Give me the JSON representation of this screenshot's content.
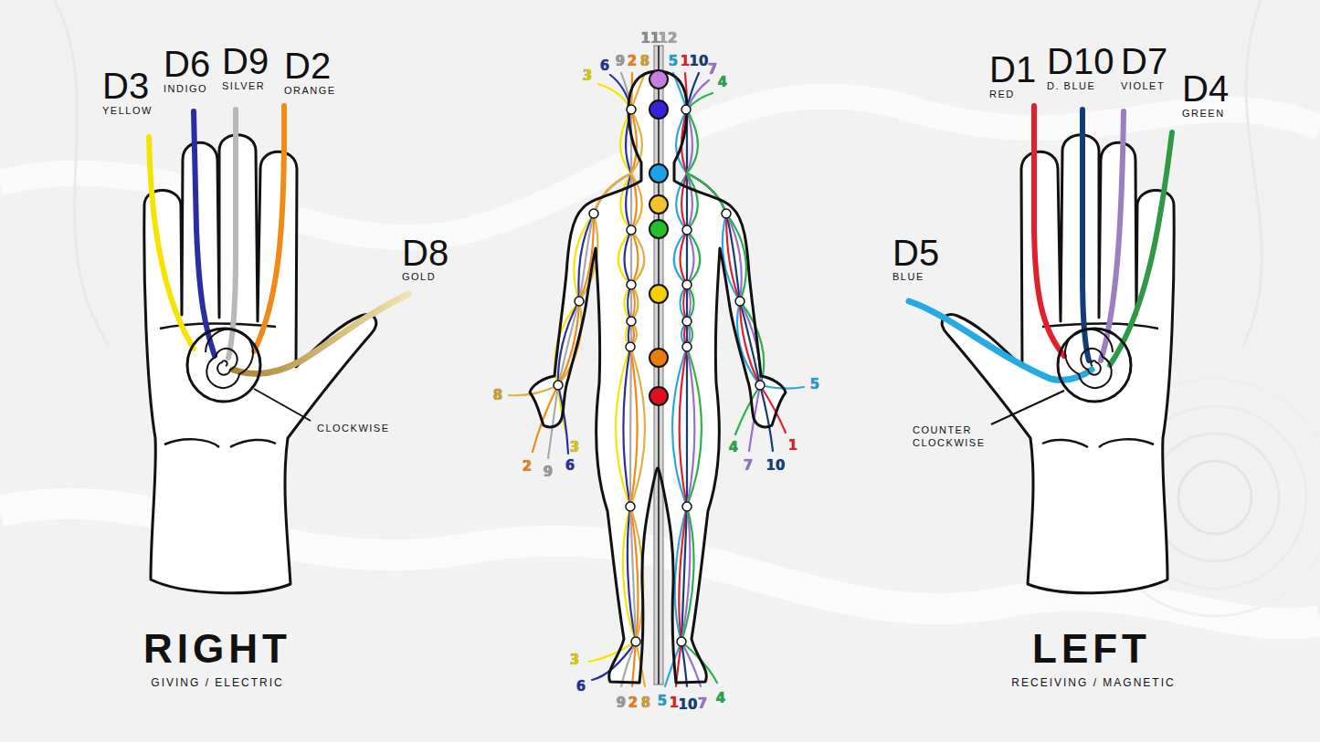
{
  "diagram": {
    "labels": [
      "D3",
      "YELLOW",
      "D6",
      "INDIGO",
      "D9",
      "SILVER",
      "D2",
      "ORANGE",
      "D8",
      "GOLD",
      "CLOCKWISE",
      "RIGHT",
      "GIVING / ELECTRIC",
      "11",
      "12",
      "3",
      "6",
      "9",
      "2",
      "8",
      "5",
      "1",
      "10",
      "7",
      "4",
      "8",
      "2",
      "9",
      "6",
      "3",
      "5",
      "4",
      "7",
      "10",
      "1",
      "3",
      "6",
      "9",
      "2",
      "8",
      "5",
      "1",
      "10",
      "7",
      "4",
      "D1",
      "RED",
      "D10",
      "D. BLUE",
      "D7",
      "VIOLET",
      "D4",
      "GREEN",
      "D5",
      "BLUE",
      "COUNTER CLOCKWISE",
      "LEFT",
      "RECEIVING / MAGNETIC"
    ]
  }
}
